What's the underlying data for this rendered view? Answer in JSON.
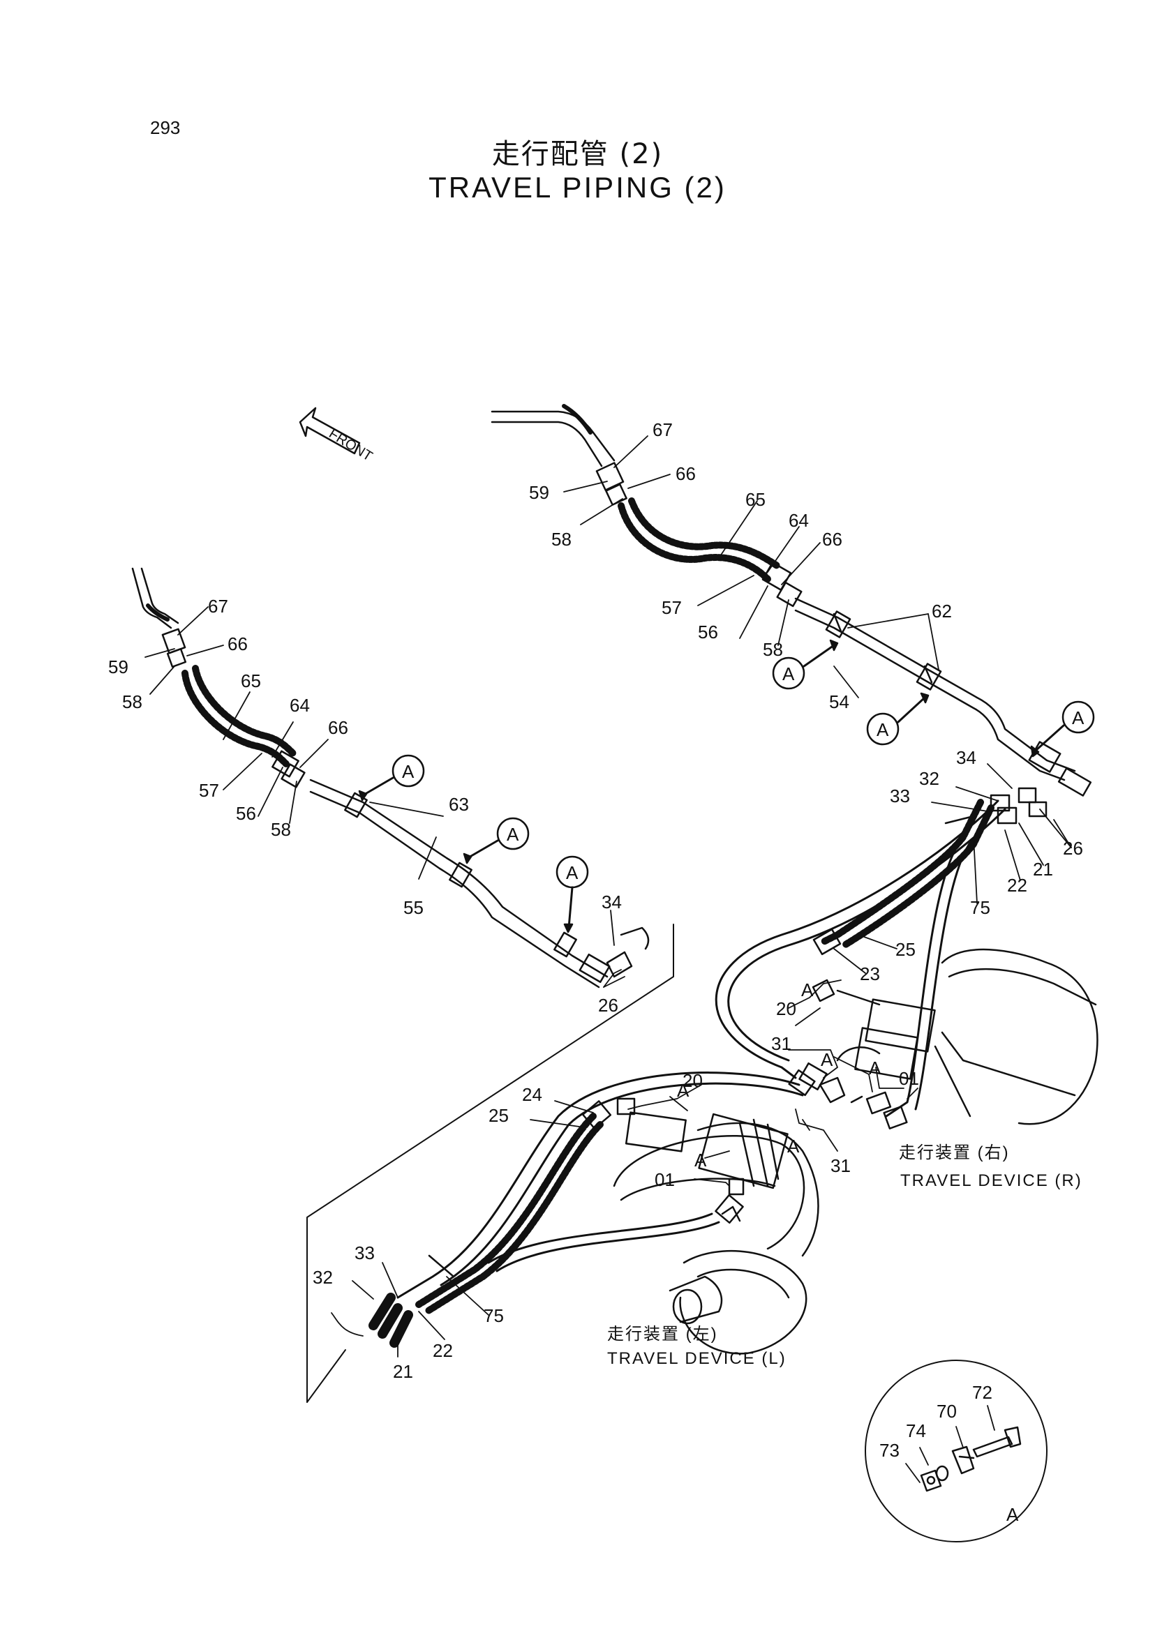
{
  "page_number": "293",
  "title_jp": "走行配管 (2)",
  "title_en": "TRAVEL PIPING (2)",
  "front_label": "FRONT",
  "callout_letter": "A",
  "travel_device_right": {
    "jp": "走行装置 (右)",
    "en": "TRAVEL DEVICE (R)"
  },
  "travel_device_left": {
    "jp": "走行装置 (左)",
    "en": "TRAVEL DEVICE (L)"
  },
  "part_labels": {
    "p67a": "67",
    "p59a": "59",
    "p66a": "66",
    "p58a": "58",
    "p65a": "65",
    "p64a": "64",
    "p66b": "66",
    "p57a": "57",
    "p56a": "56",
    "p58b": "58",
    "p62": "62",
    "p54": "54",
    "p34a": "34",
    "p32a": "32",
    "p33a": "33",
    "p26a": "26",
    "p21a": "21",
    "p22a": "22",
    "p75a": "75",
    "p25a": "25",
    "p23": "23",
    "p20a": "20",
    "p31a": "31",
    "p01a": "01",
    "p67b": "67",
    "p59b": "59",
    "p66c": "66",
    "p58c": "58",
    "p65b": "65",
    "p64b": "64",
    "p66d": "66",
    "p57b": "57",
    "p56b": "56",
    "p58d": "58",
    "p63": "63",
    "p55": "55",
    "p34b": "34",
    "p26b": "26",
    "p24": "24",
    "p25b": "25",
    "p20b": "20",
    "p31b": "31",
    "p01b": "01",
    "p33b": "33",
    "p32b": "32",
    "p75b": "75",
    "p22b": "22",
    "p21b": "21",
    "p72": "72",
    "p70": "70",
    "p74": "74",
    "p73": "73"
  }
}
